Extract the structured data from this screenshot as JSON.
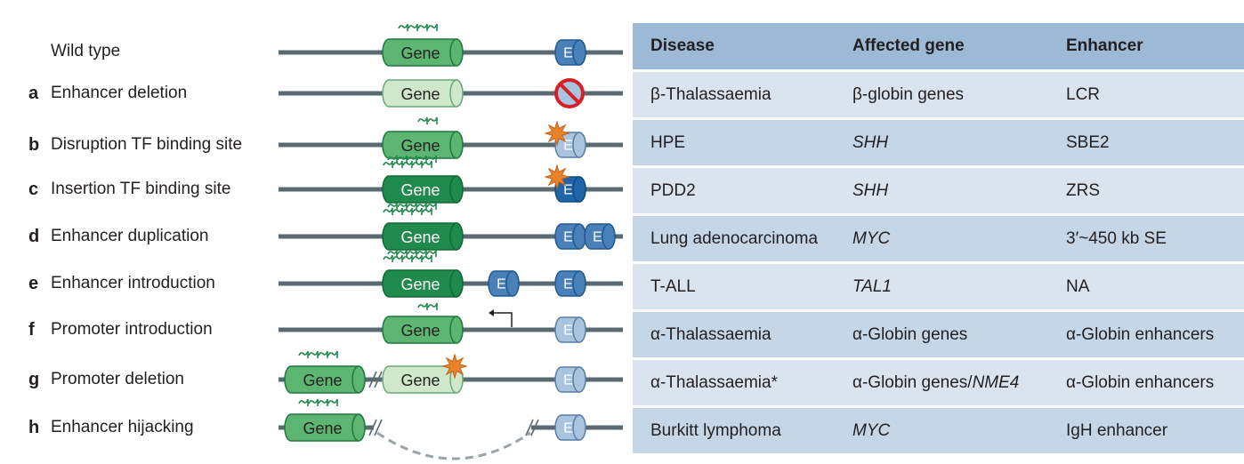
{
  "colors": {
    "line": "#5a6a72",
    "gene_dark": "#1f8a4c",
    "gene_mid": "#5cb570",
    "gene_light": "#cfe8c9",
    "enhancer": "#4a80b8",
    "enhancer_dark": "#1f65a8",
    "enhancer_light": "#a9c4de",
    "table_header": "#9cb9d6",
    "row_odd": "#d9e4ef",
    "row_even": "#c5d6e7",
    "burst": "#e8832a",
    "no_sign": "#d62027"
  },
  "glyphs": {
    "gene": "Gene",
    "enhancer": "E"
  },
  "rows": [
    {
      "letter": "",
      "label": "Wild type"
    },
    {
      "letter": "a",
      "label": "Enhancer deletion"
    },
    {
      "letter": "b",
      "label": "Disruption TF binding site"
    },
    {
      "letter": "c",
      "label": "Insertion TF binding site"
    },
    {
      "letter": "d",
      "label": "Enhancer duplication"
    },
    {
      "letter": "e",
      "label": "Enhancer introduction"
    },
    {
      "letter": "f",
      "label": "Promoter introduction"
    },
    {
      "letter": "g",
      "label": "Promoter deletion"
    },
    {
      "letter": "h",
      "label": "Enhancer hijacking"
    }
  ],
  "table": {
    "headers": [
      "Disease",
      "Affected gene",
      "Enhancer"
    ],
    "rows": [
      {
        "disease": "β-Thalassaemia",
        "gene": "β-globin genes",
        "gene_italic": "",
        "enhancer": "LCR"
      },
      {
        "disease": "HPE",
        "gene": "",
        "gene_italic": "SHH",
        "enhancer": "SBE2"
      },
      {
        "disease": "PDD2",
        "gene": "",
        "gene_italic": "SHH",
        "enhancer": "ZRS"
      },
      {
        "disease": "Lung adenocarcinoma",
        "gene": "",
        "gene_italic": "MYC",
        "enhancer": "3′~450 kb SE"
      },
      {
        "disease": "T-ALL",
        "gene": "",
        "gene_italic": "TAL1",
        "enhancer": "NA"
      },
      {
        "disease": "α-Thalassaemia",
        "gene": "α-Globin genes",
        "gene_italic": "",
        "enhancer": "α-Globin enhancers"
      },
      {
        "disease": "α-Thalassaemia*",
        "gene": "α-Globin genes/",
        "gene_italic": "NME4",
        "enhancer": "α-Globin enhancers"
      },
      {
        "disease": "Burkitt lymphoma",
        "gene": "",
        "gene_italic": "MYC",
        "enhancer": "IgH enhancer"
      }
    ]
  }
}
